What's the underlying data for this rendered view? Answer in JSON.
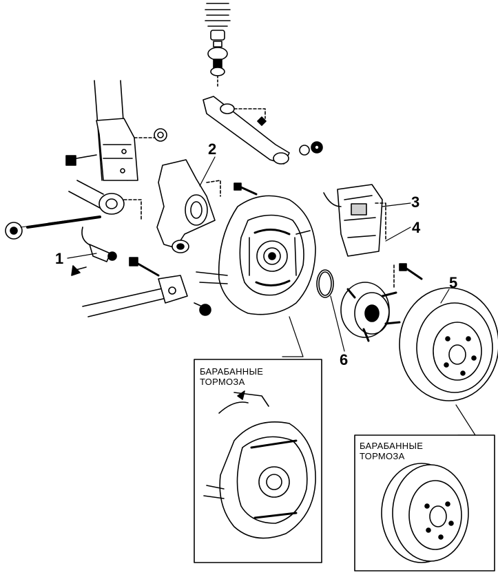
{
  "callouts": [
    {
      "id": "1",
      "label": "1"
    },
    {
      "id": "2",
      "label": "2"
    },
    {
      "id": "3",
      "label": "3"
    },
    {
      "id": "4",
      "label": "4"
    },
    {
      "id": "5",
      "label": "5"
    },
    {
      "id": "6",
      "label": "6"
    }
  ],
  "inset_left": {
    "line1": "БАРАБАННЫЕ",
    "line2": "ТОРМОЗА"
  },
  "inset_right": {
    "line1": "БАРАБАННЫЕ",
    "line2": "ТОРМОЗА"
  },
  "colors": {
    "ink": "#000000",
    "paper": "#ffffff",
    "shade": "#cfcfcf"
  }
}
